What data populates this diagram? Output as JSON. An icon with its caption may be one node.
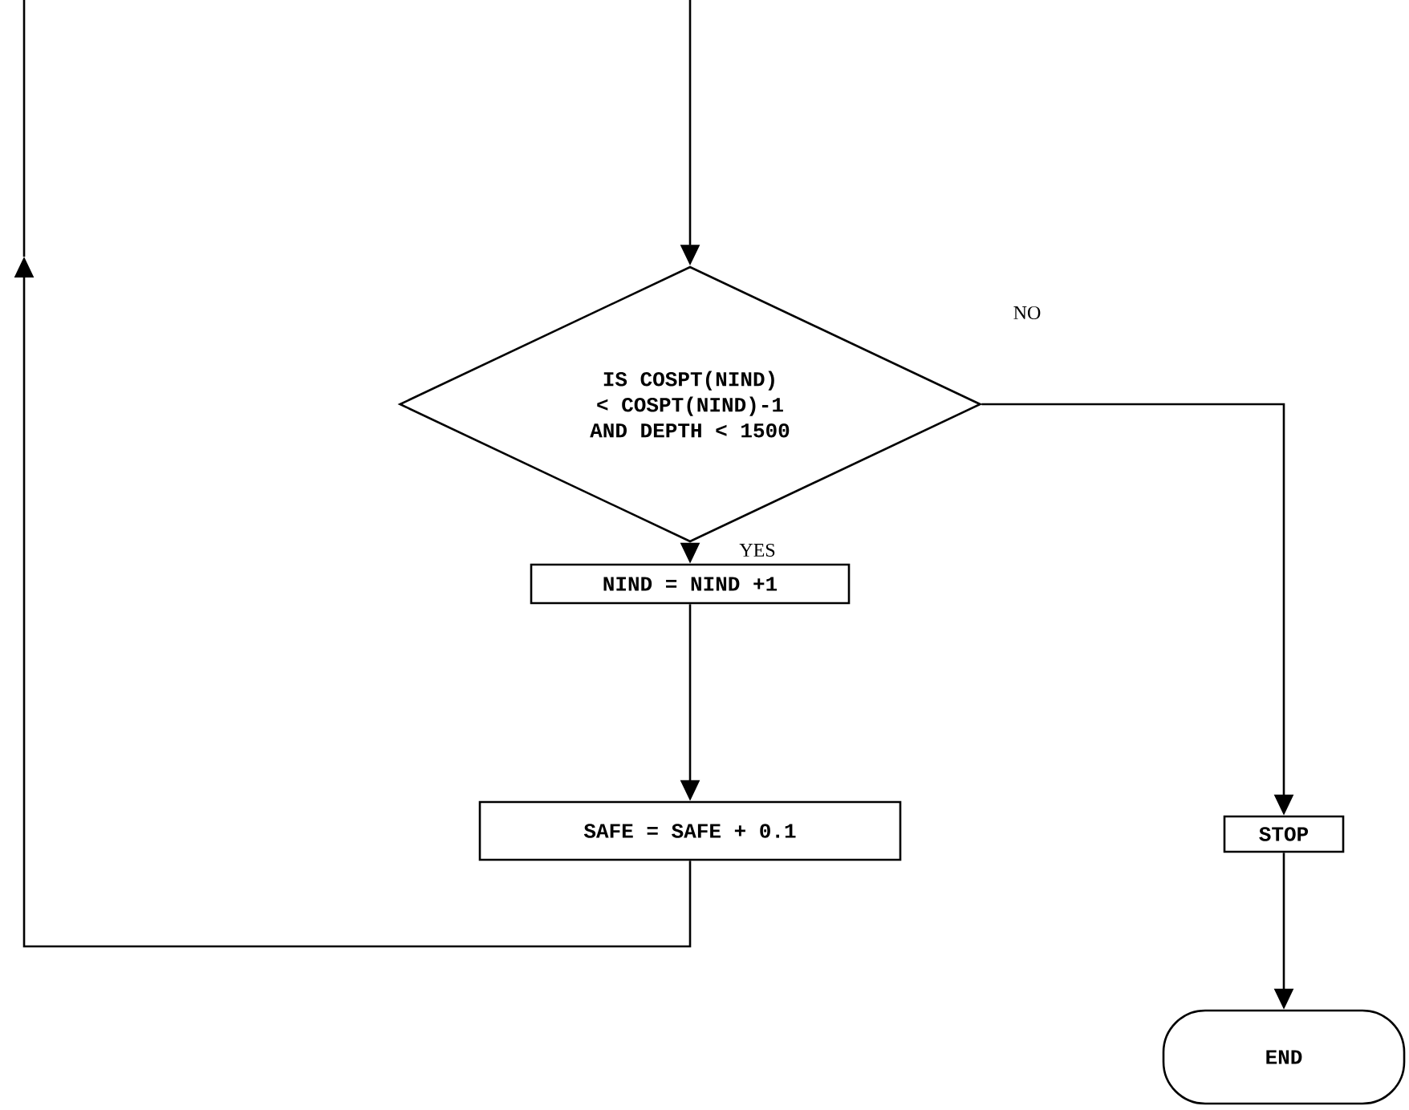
{
  "diagram": {
    "nodes": [
      {
        "text": [
          "IS COSPT(NIND) < COSPT(NIND)-1 AND DEPTH < 1500"
        ]
      },
      {
        "text": [
          "NIND = NIND +1"
        ]
      },
      {
        "text": [
          "SAFE = SAFE + 0.1"
        ]
      },
      {
        "text": [
          "STOP"
        ]
      },
      {
        "text": [
          "END"
        ]
      }
    ],
    "edges": [
      {
        "from": null,
        "to": 0,
        "arrow": "to"
      },
      {
        "from": 0,
        "to": 1,
        "arrow": "to",
        "label": "YES"
      },
      {
        "from": 1,
        "to": 2,
        "arrow": "to"
      },
      {
        "from": 2,
        "to": null,
        "arrow": "to"
      },
      {
        "from": 0,
        "to": 3,
        "arrow": "to",
        "label": "NO"
      },
      {
        "from": 3,
        "to": 4,
        "arrow": "to"
      }
    ]
  }
}
